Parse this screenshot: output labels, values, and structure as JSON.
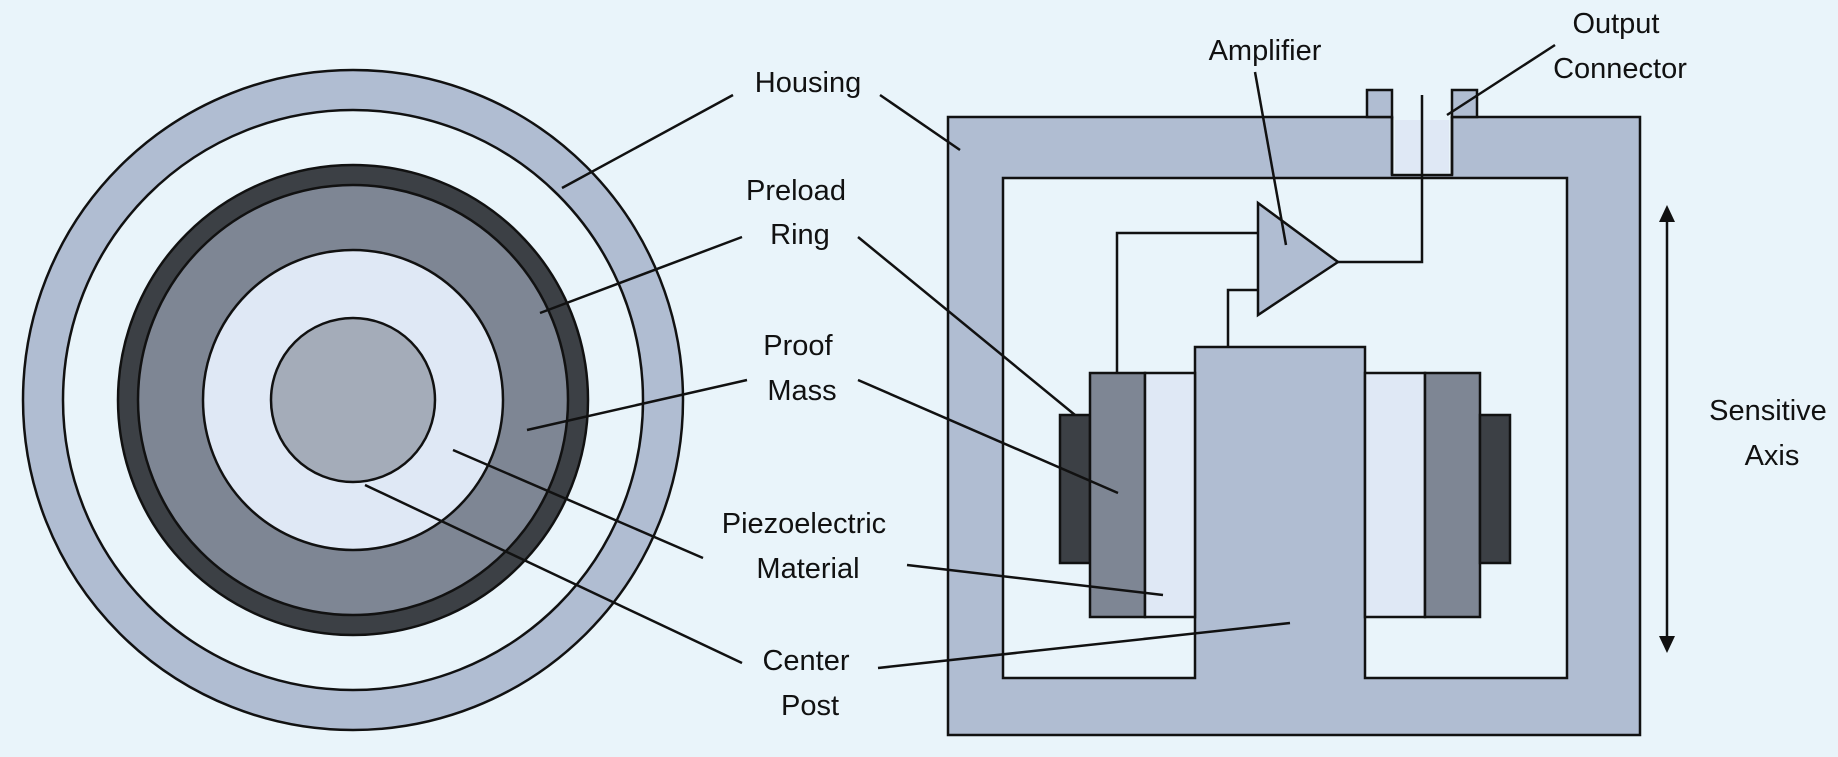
{
  "colors": {
    "background": "#e9f4fa",
    "housing": "#b0bdd2",
    "preload_ring": "#3c4045",
    "proof_mass": "#7e8694",
    "piezo": "#dfe8f5",
    "center_post": "#a4acb9",
    "outline": "#111111"
  },
  "labels": {
    "housing": "Housing",
    "preload_ring": [
      "Preload",
      "Ring"
    ],
    "proof_mass": [
      "Proof",
      "Mass"
    ],
    "piezo": [
      "Piezoelectric",
      "Material"
    ],
    "center_post": [
      "Center",
      "Post"
    ],
    "amplifier": "Amplifier",
    "output_connector": [
      "Output",
      "Connector"
    ],
    "sensitive_axis": [
      "Sensitive",
      "Axis"
    ]
  }
}
